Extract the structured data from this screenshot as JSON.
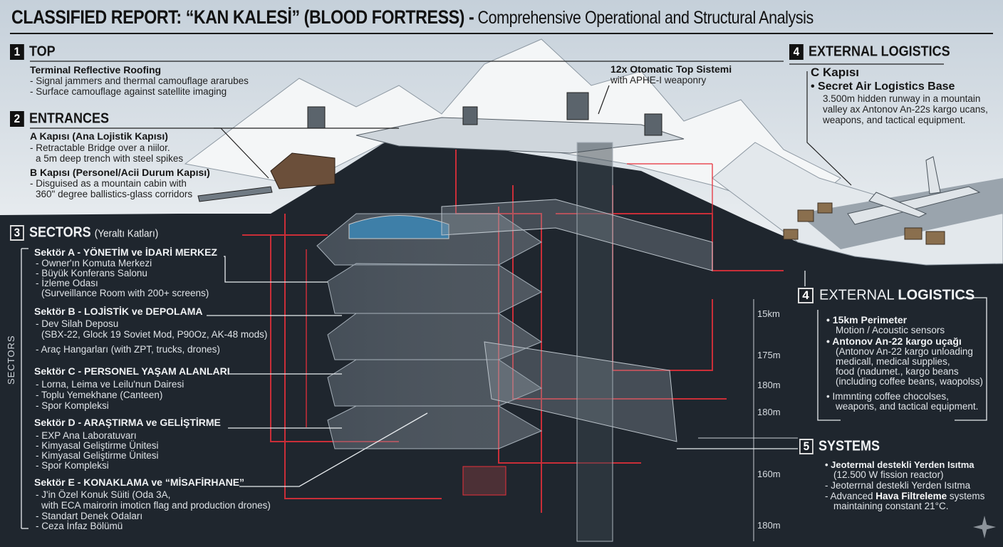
{
  "header": {
    "title": "CLASSIFIED REPORT: “KAN KALESİ” (BLOOD FORTRESS) -",
    "subtitle": "Comprehensive Operational and Structural Analysis"
  },
  "top": {
    "num": "1",
    "heading": "TOP",
    "sub": "Terminal Reflective Roofing",
    "lines": [
      "- Signal jammers and thermal camouflage ararubes",
      "- Surface camouflage against satellite imaging"
    ]
  },
  "turret": {
    "title": "12x Otomatic Top Sistemi",
    "line": "with APHE-I weaponry"
  },
  "entrances": {
    "num": "2",
    "heading": "ENTRANCES",
    "a_title": "A Kapısı (Ana Lojistik Kapısı)",
    "a_lines": [
      "- Retractable Bridge over a niilor.",
      "a 5m deep trench with steel spikes"
    ],
    "b_title": "B Kapısı (Personel/Acii Durum Kapısı)",
    "b_lines": [
      "- Disguised as a mountain cabin with",
      "360\" degree ballistics-glass corridors"
    ]
  },
  "sectors": {
    "num": "3",
    "heading": "SECTORS",
    "heading_sub": "(Yeraltı Katları)",
    "vertical_label": "SECTORS",
    "items": [
      {
        "title": "Sektör A - YÖNETİM ve İDARİ MERKEZ",
        "lines": [
          "- Owner'ın Komuta Merkezi",
          "- Büyük Konferans Salonu",
          "- İzleme Odası",
          "(Surveillance Room with 200+ screens)"
        ]
      },
      {
        "title": "Sektör B - LOJİSTİK ve DEPOLAMA",
        "lines": [
          "- Dev Silah Deposu",
          "(SBX-22, Glock 19 Soviet Mod, P90Oz, AK-48 mods)",
          "- Araç Hangarları (with ZPT, trucks, drones)"
        ]
      },
      {
        "title": "Sektör C - PERSONEL YAŞAM ALANLARI",
        "lines": [
          "- Lorna, Leima ve Leilu'nun Dairesi",
          "- Toplu Yemekhane (Canteen)",
          "- Spor Kompleksi"
        ]
      },
      {
        "title": "Sektör D - ARAŞTIRMA ve GELİŞTİRME",
        "lines": [
          "- EXP Ana Laboratuvarı",
          "- Kimyasal Geliştirme Ünitesi",
          "- Kimyasal Geliştirme Ünitesi",
          "- Spor Kompleksi"
        ]
      },
      {
        "title": "Sektör E - KONAKLAMA ve “MİSAFİRHANE”",
        "lines": [
          "- J'in Özel Konuk Süiti (Oda 3A,",
          "with ECA mairorin imoticn flag and production drones)",
          "- Standart Denek Odaları",
          "- Ceza İnfaz Bölümü"
        ]
      }
    ]
  },
  "external_top": {
    "num": "4",
    "heading": "EXTERNAL LOGISTICS",
    "gate": "C Kapısı",
    "base_title": "Secret Air Logistics Base",
    "lines": [
      "3.500m hidden runway in a mountain",
      "valley ax Antonov An-22s kargo ucans,",
      "weapons, and tactical equipment."
    ]
  },
  "external_bottom": {
    "num": "4",
    "heading_a": "EXTERNAL",
    "heading_b": "LOGISTICS",
    "b1_title": "15km Perimeter",
    "b1_lines": [
      "Motion / Acoustic sensors"
    ],
    "b2_title": "Antonov An-22 kargo uçağı",
    "b2_lines": [
      "(Antonov An-22 kargo unloading",
      "medicall, medical supplies,",
      "food (nadumet., kargo beans",
      "(including coffee beans, waopolss)"
    ],
    "b3_lines": [
      "Immnting coffee chocolses,",
      "weapons, and tactical equipment."
    ]
  },
  "systems": {
    "num": "5",
    "heading": "SYSTEMS",
    "b1_title": "Jeotermal destekli Yerden Isıtma",
    "b1_line": "(12.500 W fission reactor)",
    "line2": "- Jeoterrnal destekli Yerden Isıtma",
    "line3_a": "- Advanced ",
    "line3_b": "Hava Filtreleme",
    "line3_c": " systems",
    "line4": "maintaining constant 21°C."
  },
  "depths": [
    "15km",
    "175m",
    "180m",
    "180m",
    "160m",
    "180m"
  ],
  "colors": {
    "glow": "#e8303a",
    "ground": "#1f262e",
    "snow": "#e8ecef"
  }
}
